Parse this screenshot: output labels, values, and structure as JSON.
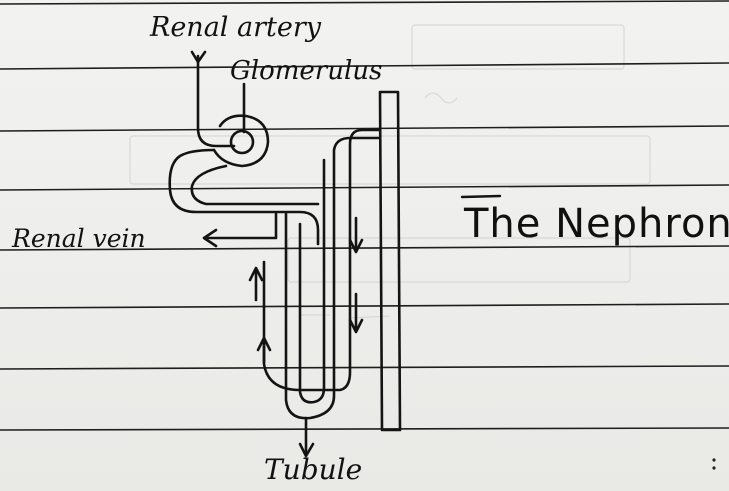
{
  "title": "The Nephron",
  "labels": {
    "renal_artery": "Renal artery",
    "glomerulus": "Glomerulus",
    "renal_vein": "Renal vein",
    "tubule": "Tubule"
  },
  "colors": {
    "paper": "#eeeeec",
    "ruled_line": "#1c1c1c",
    "ink": "#121212",
    "faint_show_through": "#c7c7c2"
  }
}
